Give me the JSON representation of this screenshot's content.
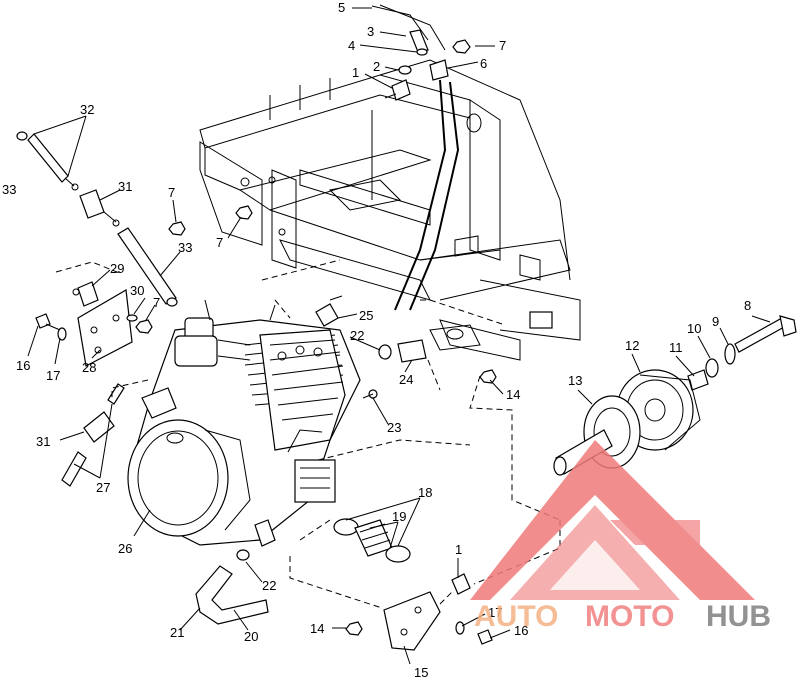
{
  "diagram": {
    "callouts": [
      {
        "id": "c5",
        "text": "5"
      },
      {
        "id": "c3",
        "text": "3"
      },
      {
        "id": "c4",
        "text": "4"
      },
      {
        "id": "c7a",
        "text": "7"
      },
      {
        "id": "c2",
        "text": "2"
      },
      {
        "id": "c6",
        "text": "6"
      },
      {
        "id": "c1a",
        "text": "1"
      },
      {
        "id": "c32",
        "text": "32"
      },
      {
        "id": "c33a",
        "text": "33"
      },
      {
        "id": "c31a",
        "text": "31"
      },
      {
        "id": "c7b",
        "text": "7"
      },
      {
        "id": "c7c",
        "text": "7"
      },
      {
        "id": "c33b",
        "text": "33"
      },
      {
        "id": "c29",
        "text": "29"
      },
      {
        "id": "c30",
        "text": "30"
      },
      {
        "id": "c7d",
        "text": "7"
      },
      {
        "id": "c16a",
        "text": "16"
      },
      {
        "id": "c17a",
        "text": "17"
      },
      {
        "id": "c28",
        "text": "28"
      },
      {
        "id": "c25",
        "text": "25"
      },
      {
        "id": "c22a",
        "text": "22"
      },
      {
        "id": "c24",
        "text": "24"
      },
      {
        "id": "c14a",
        "text": "14"
      },
      {
        "id": "c8",
        "text": "8"
      },
      {
        "id": "c9",
        "text": "9"
      },
      {
        "id": "c10",
        "text": "10"
      },
      {
        "id": "c11",
        "text": "11"
      },
      {
        "id": "c12",
        "text": "12"
      },
      {
        "id": "c13",
        "text": "13"
      },
      {
        "id": "c23",
        "text": "23"
      },
      {
        "id": "c31b",
        "text": "31"
      },
      {
        "id": "c27",
        "text": "27"
      },
      {
        "id": "c18",
        "text": "18"
      },
      {
        "id": "c19",
        "text": "19"
      },
      {
        "id": "c26",
        "text": "26"
      },
      {
        "id": "c1b",
        "text": "1"
      },
      {
        "id": "c22b",
        "text": "22"
      },
      {
        "id": "c21",
        "text": "21"
      },
      {
        "id": "c20",
        "text": "20"
      },
      {
        "id": "c14b",
        "text": "14"
      },
      {
        "id": "c17b",
        "text": "17"
      },
      {
        "id": "c16b",
        "text": "16"
      },
      {
        "id": "c15",
        "text": "15"
      }
    ]
  },
  "watermark": {
    "part_auto": "AUTO",
    "part_moto": "MOTO",
    "part_hub": "HUB",
    "color_auto": "#f4b183",
    "color_moto": "#f08080",
    "color_hub": "#7f7f7f",
    "triangle_color": "#f07a7a"
  }
}
